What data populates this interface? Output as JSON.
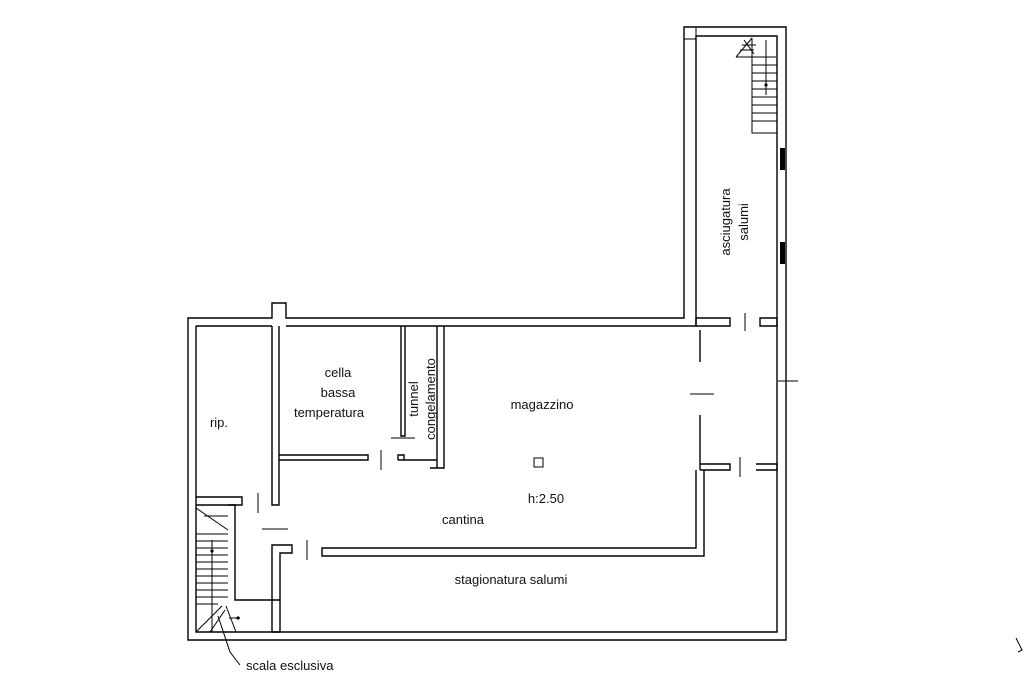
{
  "rooms": {
    "asciugatura": [
      "asciugatura",
      "salumi"
    ],
    "cella": [
      "cella",
      "bassa",
      "temperatura"
    ],
    "tunnel": [
      "tunnel",
      "congelamento"
    ],
    "ripostiglio": "rip.",
    "magazzino": "magazzino",
    "cantina": "cantina",
    "stagionatura": "stagionatura salumi"
  },
  "height_label": "h:2.50",
  "stair_label": "scala esclusiva"
}
